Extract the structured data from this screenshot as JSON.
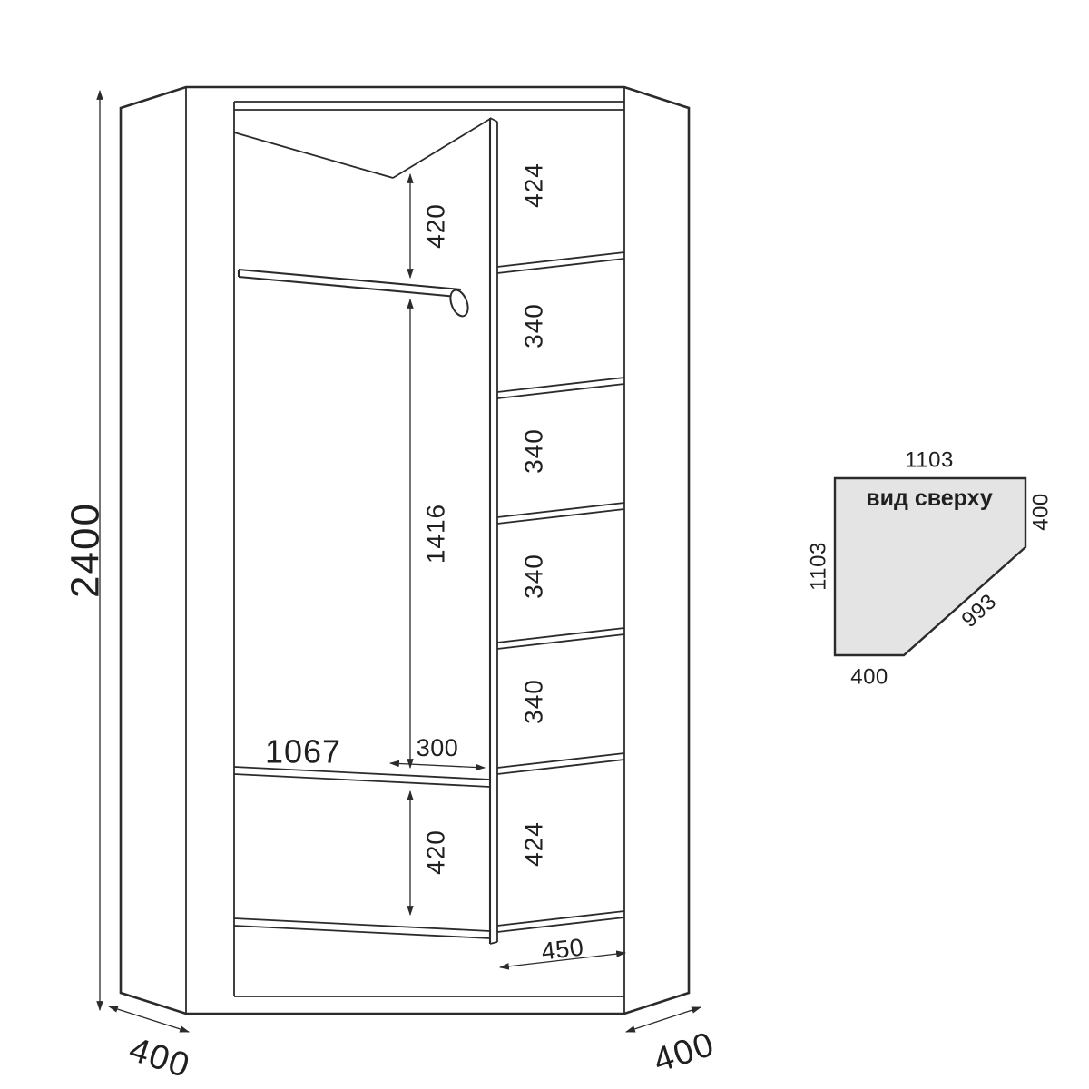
{
  "colors": {
    "line": "#2b2b2b",
    "text": "#1f1f1f",
    "top_view_fill": "#e4e4e4",
    "background": "#ffffff"
  },
  "front_view": {
    "overall_height": "2400",
    "left_side_depth": "400",
    "right_side_depth": "400",
    "left_compartment": {
      "top_section": "420",
      "middle_section": "1416",
      "bottom_section": "420",
      "shelf_width": "1067",
      "shelf_offset": "300"
    },
    "shelf_column": {
      "sections": [
        "424",
        "340",
        "340",
        "340",
        "340",
        "424"
      ],
      "bottom_shelf_width": "450"
    }
  },
  "top_view": {
    "caption": "вид сверху",
    "top_width": "1103",
    "right_depth": "400",
    "left_height": "1103",
    "diagonal_front": "993",
    "bottom_depth": "400"
  }
}
